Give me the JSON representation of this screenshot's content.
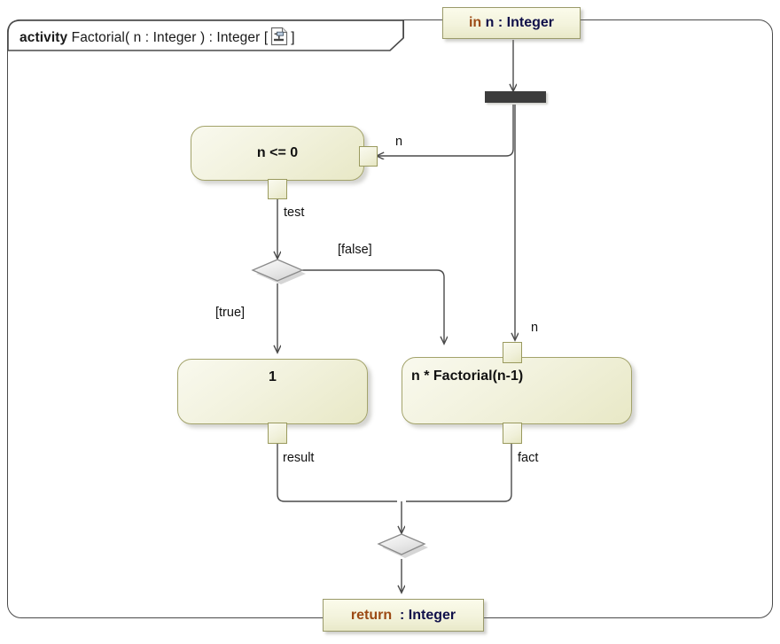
{
  "diagram": {
    "type": "uml-activity-diagram",
    "title_parts": {
      "keyword": "activity",
      "signature": "Factorial( n : Integer ) : Integer",
      "bracket_open": "[",
      "bracket_close": "]",
      "icon": "activity-diagram-icon"
    },
    "title_full": "activity Factorial( n : Integer ) : Integer [ ]"
  },
  "parameters": {
    "input": {
      "keyword": "in",
      "name_and_type": "n : Integer",
      "full": "in n : Integer"
    },
    "output": {
      "keyword": "return",
      "name_and_type": ": Integer",
      "full": "return : Integer"
    }
  },
  "nodes": {
    "fork": {
      "name": "fork-node",
      "label": ""
    },
    "test_action": {
      "label": "n <= 0"
    },
    "one_action": {
      "label": "1"
    },
    "recursive_action": {
      "label": "n * Factorial(n-1)"
    },
    "decision": {
      "name": "decision-node",
      "label": ""
    },
    "merge": {
      "name": "merge-node",
      "label": ""
    }
  },
  "pins": {
    "test_in_n": "n",
    "test_out_test": "test",
    "fact_in_n": "n",
    "one_out_result": "result",
    "fact_out_fact": "fact"
  },
  "edge_labels": {
    "n_into_test": "n",
    "test_out": "test",
    "guard_true": "[true]",
    "guard_false": "[false]",
    "n_into_fact": "n",
    "result": "result",
    "fact": "fact"
  },
  "colors": {
    "node_border": "#a3a36b",
    "node_fill_light": "#f9f9ee",
    "node_fill_dark": "#e8e8c6",
    "param_border": "#9a9a6a",
    "keyword_text": "#9c4a14",
    "type_text": "#10104a",
    "frame_border": "#4a4a4a",
    "fork_bar": "#3c3c3c",
    "decision_fill": "#e9e9e9",
    "edge_line": "#555555"
  }
}
